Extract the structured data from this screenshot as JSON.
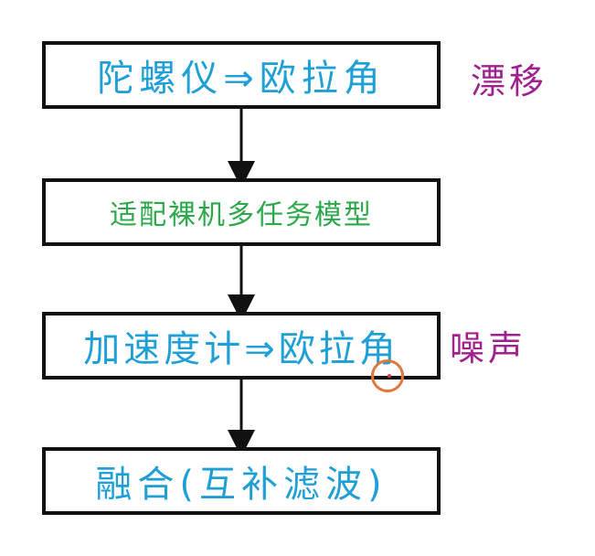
{
  "flow": {
    "steps": [
      "陀螺仪⇒欧拉角",
      "适配裸机多任务模型",
      "加速度计⇒欧拉角",
      "融合(互补滤波)"
    ]
  },
  "notes": {
    "gyro": "漂移",
    "accel": "噪声"
  },
  "colors": {
    "blue_text": "#1e9fd6",
    "green_text": "#2aa84a",
    "magenta_text": "#a0208f",
    "cursor_ring": "#e0763a"
  }
}
